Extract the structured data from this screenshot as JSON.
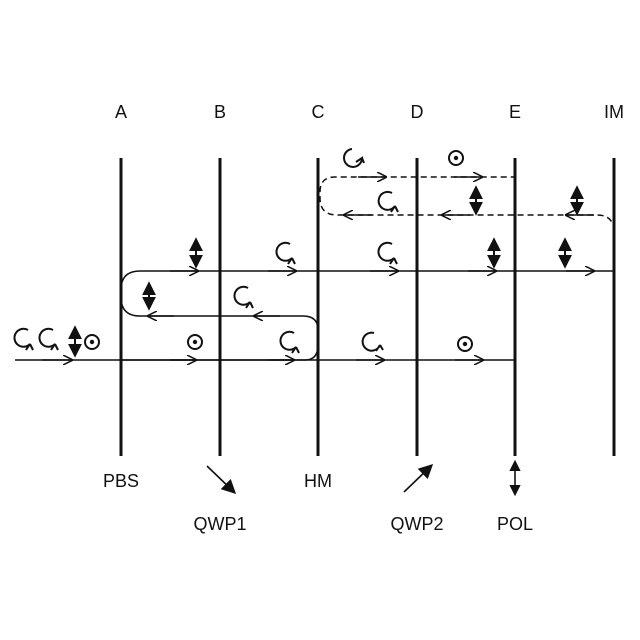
{
  "plane_labels": {
    "a": "A",
    "b": "B",
    "c": "C",
    "d": "D",
    "e": "E",
    "im": "IM"
  },
  "element_labels": {
    "pbs": "PBS",
    "qwp1": "QWP1",
    "hm": "HM",
    "qwp2": "QWP2",
    "pol": "POL"
  },
  "colors": {
    "ink": "#111111",
    "background": "#ffffff"
  },
  "symbols": {
    "circular": "circular-polarization-icon",
    "linear_vertical": "vertical-linear-polarization-icon",
    "linear_out_of_plane": "dot-in-circle-polarization-icon",
    "axis_arrow": "waveplate-axis-arrow-icon"
  }
}
